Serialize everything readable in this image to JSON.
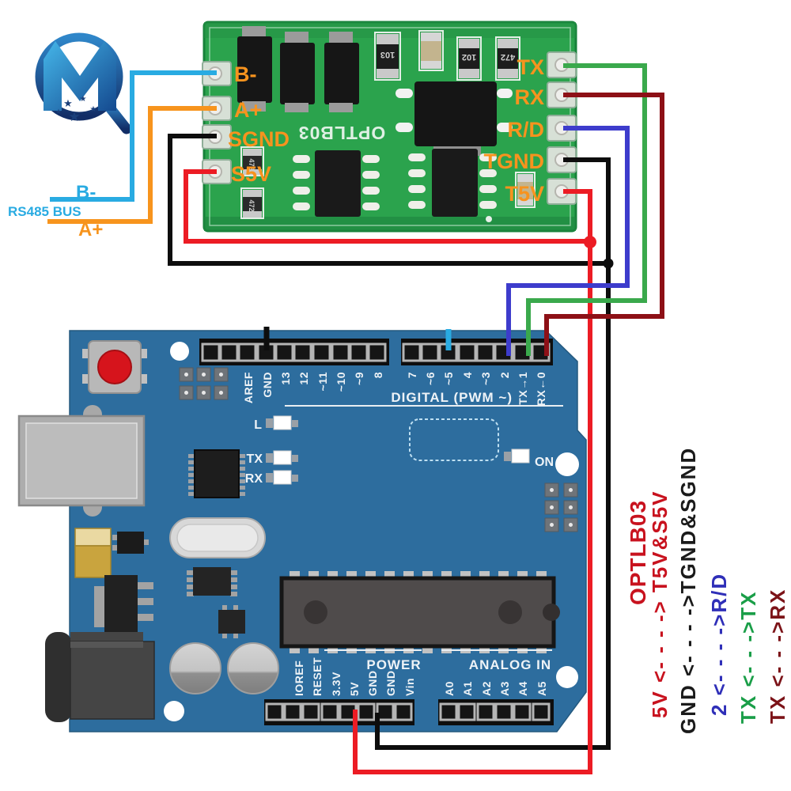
{
  "logo": {
    "letter": "M",
    "primary": "#2f9ad6",
    "navy": "#1b3f7a"
  },
  "rs485": {
    "bus_label": "RS485 BUS",
    "b_minus": "B-",
    "a_plus": "A+",
    "b_color": "#29abe2",
    "a_color": "#f7941d"
  },
  "module": {
    "silkscreen_label": "OPTLB03",
    "board_color": "#2ba34d",
    "label_color": "#f7931e",
    "left_pins": [
      "B-",
      "A+",
      "SGND",
      "S5V"
    ],
    "right_pins": [
      "TX",
      "RX",
      "R/D",
      "TGND",
      "T5V"
    ],
    "smd_labels": {
      "r1": "103",
      "r2": "102",
      "r3": "472",
      "left1": "472",
      "left2": "472"
    }
  },
  "arduino": {
    "board_color": "#2d6d9e",
    "digital_section": "DIGITAL (PWM ~)",
    "digital_pins": [
      "AREF",
      "GND",
      "13",
      "12",
      "~11",
      "~10",
      "~9",
      "8",
      "7",
      "~6",
      "~5",
      "4",
      "~3",
      "2",
      "TX→1",
      "RX←0"
    ],
    "power_section": "POWER",
    "power_pins": [
      "IOREF",
      "RESET",
      "3.3V",
      "5V",
      "GND",
      "GND",
      "Vin"
    ],
    "analog_section": "ANALOG IN",
    "analog_pins": [
      "A0",
      "A1",
      "A2",
      "A3",
      "A4",
      "A5"
    ],
    "led_l": "L",
    "led_tx": "TX",
    "led_rx": "RX",
    "led_on": "ON"
  },
  "legend": {
    "title": {
      "text": "OPTLB03",
      "color": "#c8121e"
    },
    "rows": [
      {
        "text": "5V <- - - -> T5V&S5V",
        "color": "#c8121e"
      },
      {
        "text": "GND <- - - ->TGND&SGND",
        "color": "#1a1a1a"
      },
      {
        "text": "2 <- - - ->R/D",
        "color": "#2f2fb8"
      },
      {
        "text": "TX <- - ->TX",
        "color": "#1a9e48"
      },
      {
        "text": "TX <- - ->RX",
        "color": "#7c1318"
      }
    ]
  },
  "wires": {
    "b_minus": {
      "color": "#29abe2"
    },
    "a_plus": {
      "color": "#f7941d"
    },
    "sgnd": {
      "color": "#0d0d0d"
    },
    "s5v": {
      "color": "#ec1c24"
    },
    "tgnd": {
      "color": "#0d0d0d"
    },
    "t5v": {
      "color": "#ec1c24"
    },
    "tx": {
      "color": "#3aa94c"
    },
    "rx": {
      "color": "#8d1016"
    },
    "rd": {
      "color": "#3d3ccc"
    },
    "gnd_stub": {
      "color": "#0d0d0d"
    },
    "pin5_stub": {
      "color": "#29abe2"
    }
  }
}
